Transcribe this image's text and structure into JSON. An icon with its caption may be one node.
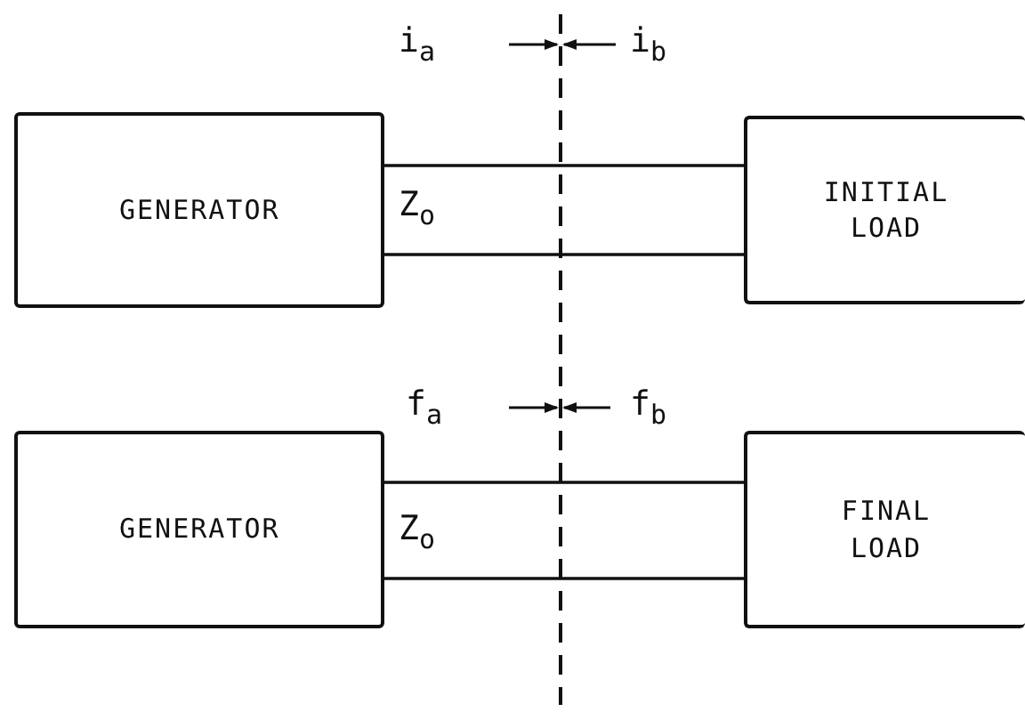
{
  "diagram": {
    "nodes": [
      {
        "text": [
          "GENERATOR"
        ]
      },
      {
        "text": [
          "INITIAL LOAD"
        ]
      },
      {
        "text": [
          "GENERATOR"
        ]
      },
      {
        "text": [
          "FINAL LOAD"
        ]
      }
    ],
    "edges": [
      {
        "from": 0,
        "to": 1,
        "arrow": "none"
      },
      {
        "from": 0,
        "to": 1,
        "arrow": "none"
      },
      {
        "from": 2,
        "to": 3,
        "arrow": "none"
      },
      {
        "from": 2,
        "to": 3,
        "arrow": "none"
      }
    ],
    "labels": [
      "i$_{a}$",
      "i$_{b}$",
      "Z$_{o}$",
      "f$_{a}$",
      "f$_{b}$",
      "Z$_{o}$"
    ]
  }
}
